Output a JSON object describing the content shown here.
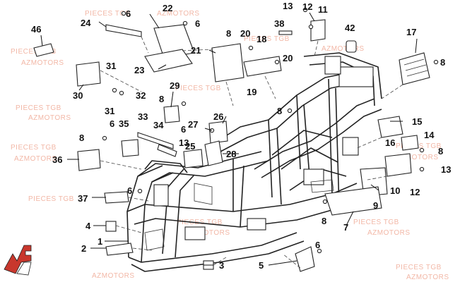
{
  "diagram": {
    "watermark_primary": "PIECES TGB",
    "watermark_secondary": "AZMOTORS",
    "labels": {
      "l1": "1",
      "l2": "2",
      "l3": "3",
      "l4": "4",
      "l5": "5",
      "l6a": "6",
      "l6b": "6",
      "l6c": "6",
      "l6d": "6",
      "l6e": "6",
      "l6f": "6",
      "l7": "7",
      "l8a": "8",
      "l8b": "8",
      "l8c": "8",
      "l8d": "8",
      "l8e": "8",
      "l8f": "8",
      "l8g": "8",
      "l9": "9",
      "l10": "10",
      "l11": "11",
      "l12a": "12",
      "l12b": "12",
      "l13a": "13",
      "l13b": "13",
      "l13c": "13",
      "l14": "14",
      "l15": "15",
      "l16": "16",
      "l17": "17",
      "l18": "18",
      "l19": "19",
      "l20a": "20",
      "l20b": "20",
      "l21": "21",
      "l22": "22",
      "l23": "23",
      "l24": "24",
      "l25": "25",
      "l26": "26",
      "l27": "27",
      "l28": "28",
      "l29": "29",
      "l30": "30",
      "l31a": "31",
      "l31b": "31",
      "l32": "32",
      "l33": "33",
      "l34": "34",
      "l35": "35",
      "l36": "36",
      "l37": "37",
      "l38": "38",
      "l42": "42",
      "l46": "46"
    }
  }
}
